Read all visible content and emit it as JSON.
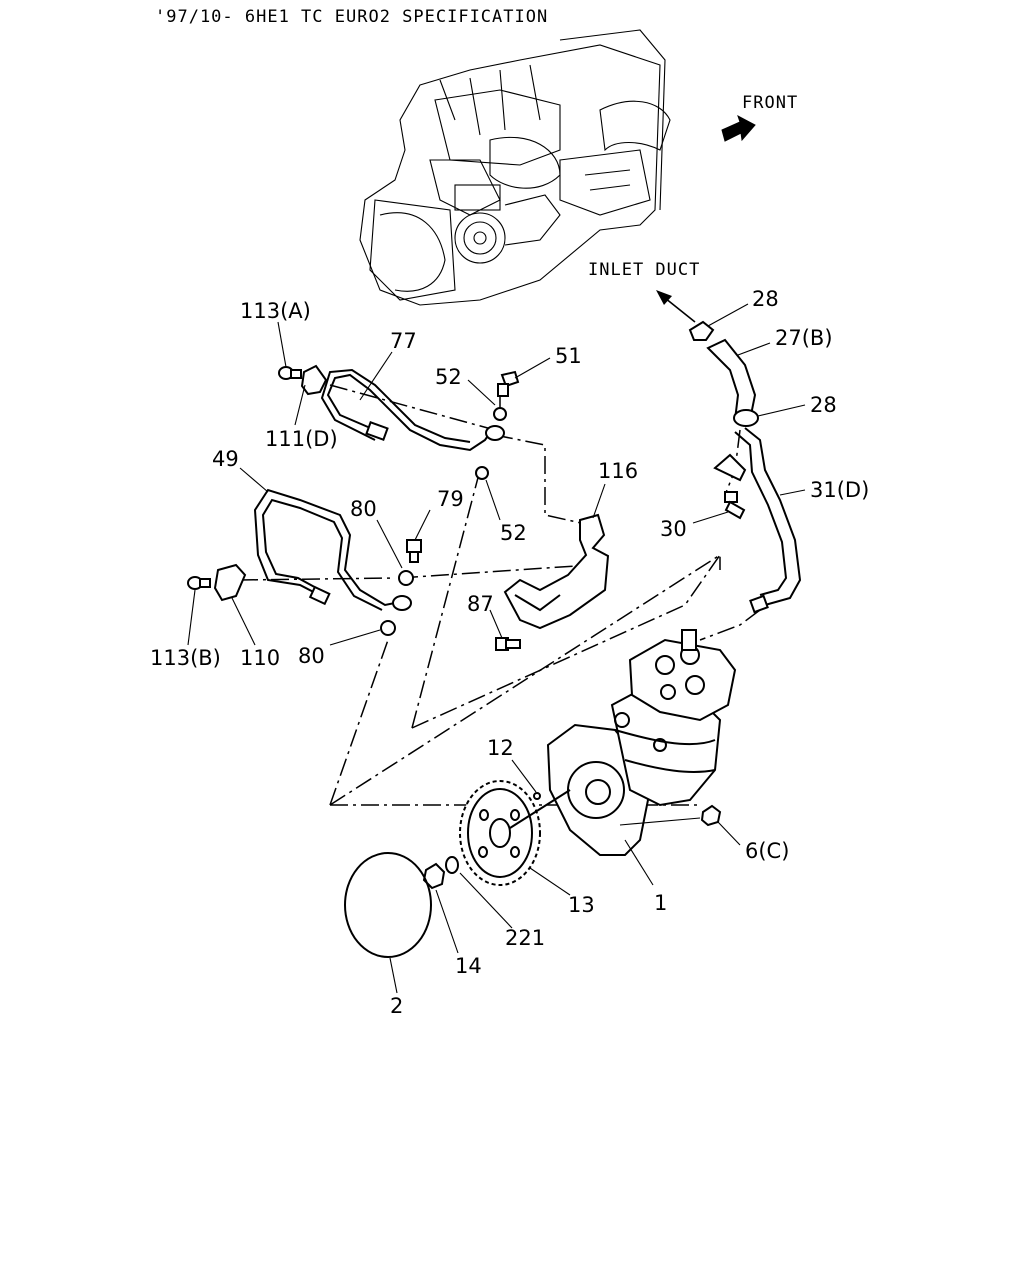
{
  "header": {
    "title": "'97/10- 6HE1 TC EURO2 SPECIFICATION"
  },
  "notes": {
    "front": "FRONT",
    "inlet_duct": "INLET DUCT"
  },
  "labels": {
    "l_113a": "113(A)",
    "l_77": "77",
    "l_52a": "52",
    "l_51": "51",
    "l_111d": "111(D)",
    "l_49": "49",
    "l_80a": "80",
    "l_79": "79",
    "l_52b": "52",
    "l_116": "116",
    "l_87": "87",
    "l_113b": "113(B)",
    "l_110": "110",
    "l_80b": "80",
    "l_28a": "28",
    "l_27b": "27(B)",
    "l_28b": "28",
    "l_31d": "31(D)",
    "l_30": "30",
    "l_12": "12",
    "l_6c": "6(C)",
    "l_13": "13",
    "l_1": "1",
    "l_221": "221",
    "l_14": "14",
    "l_2": "2"
  }
}
